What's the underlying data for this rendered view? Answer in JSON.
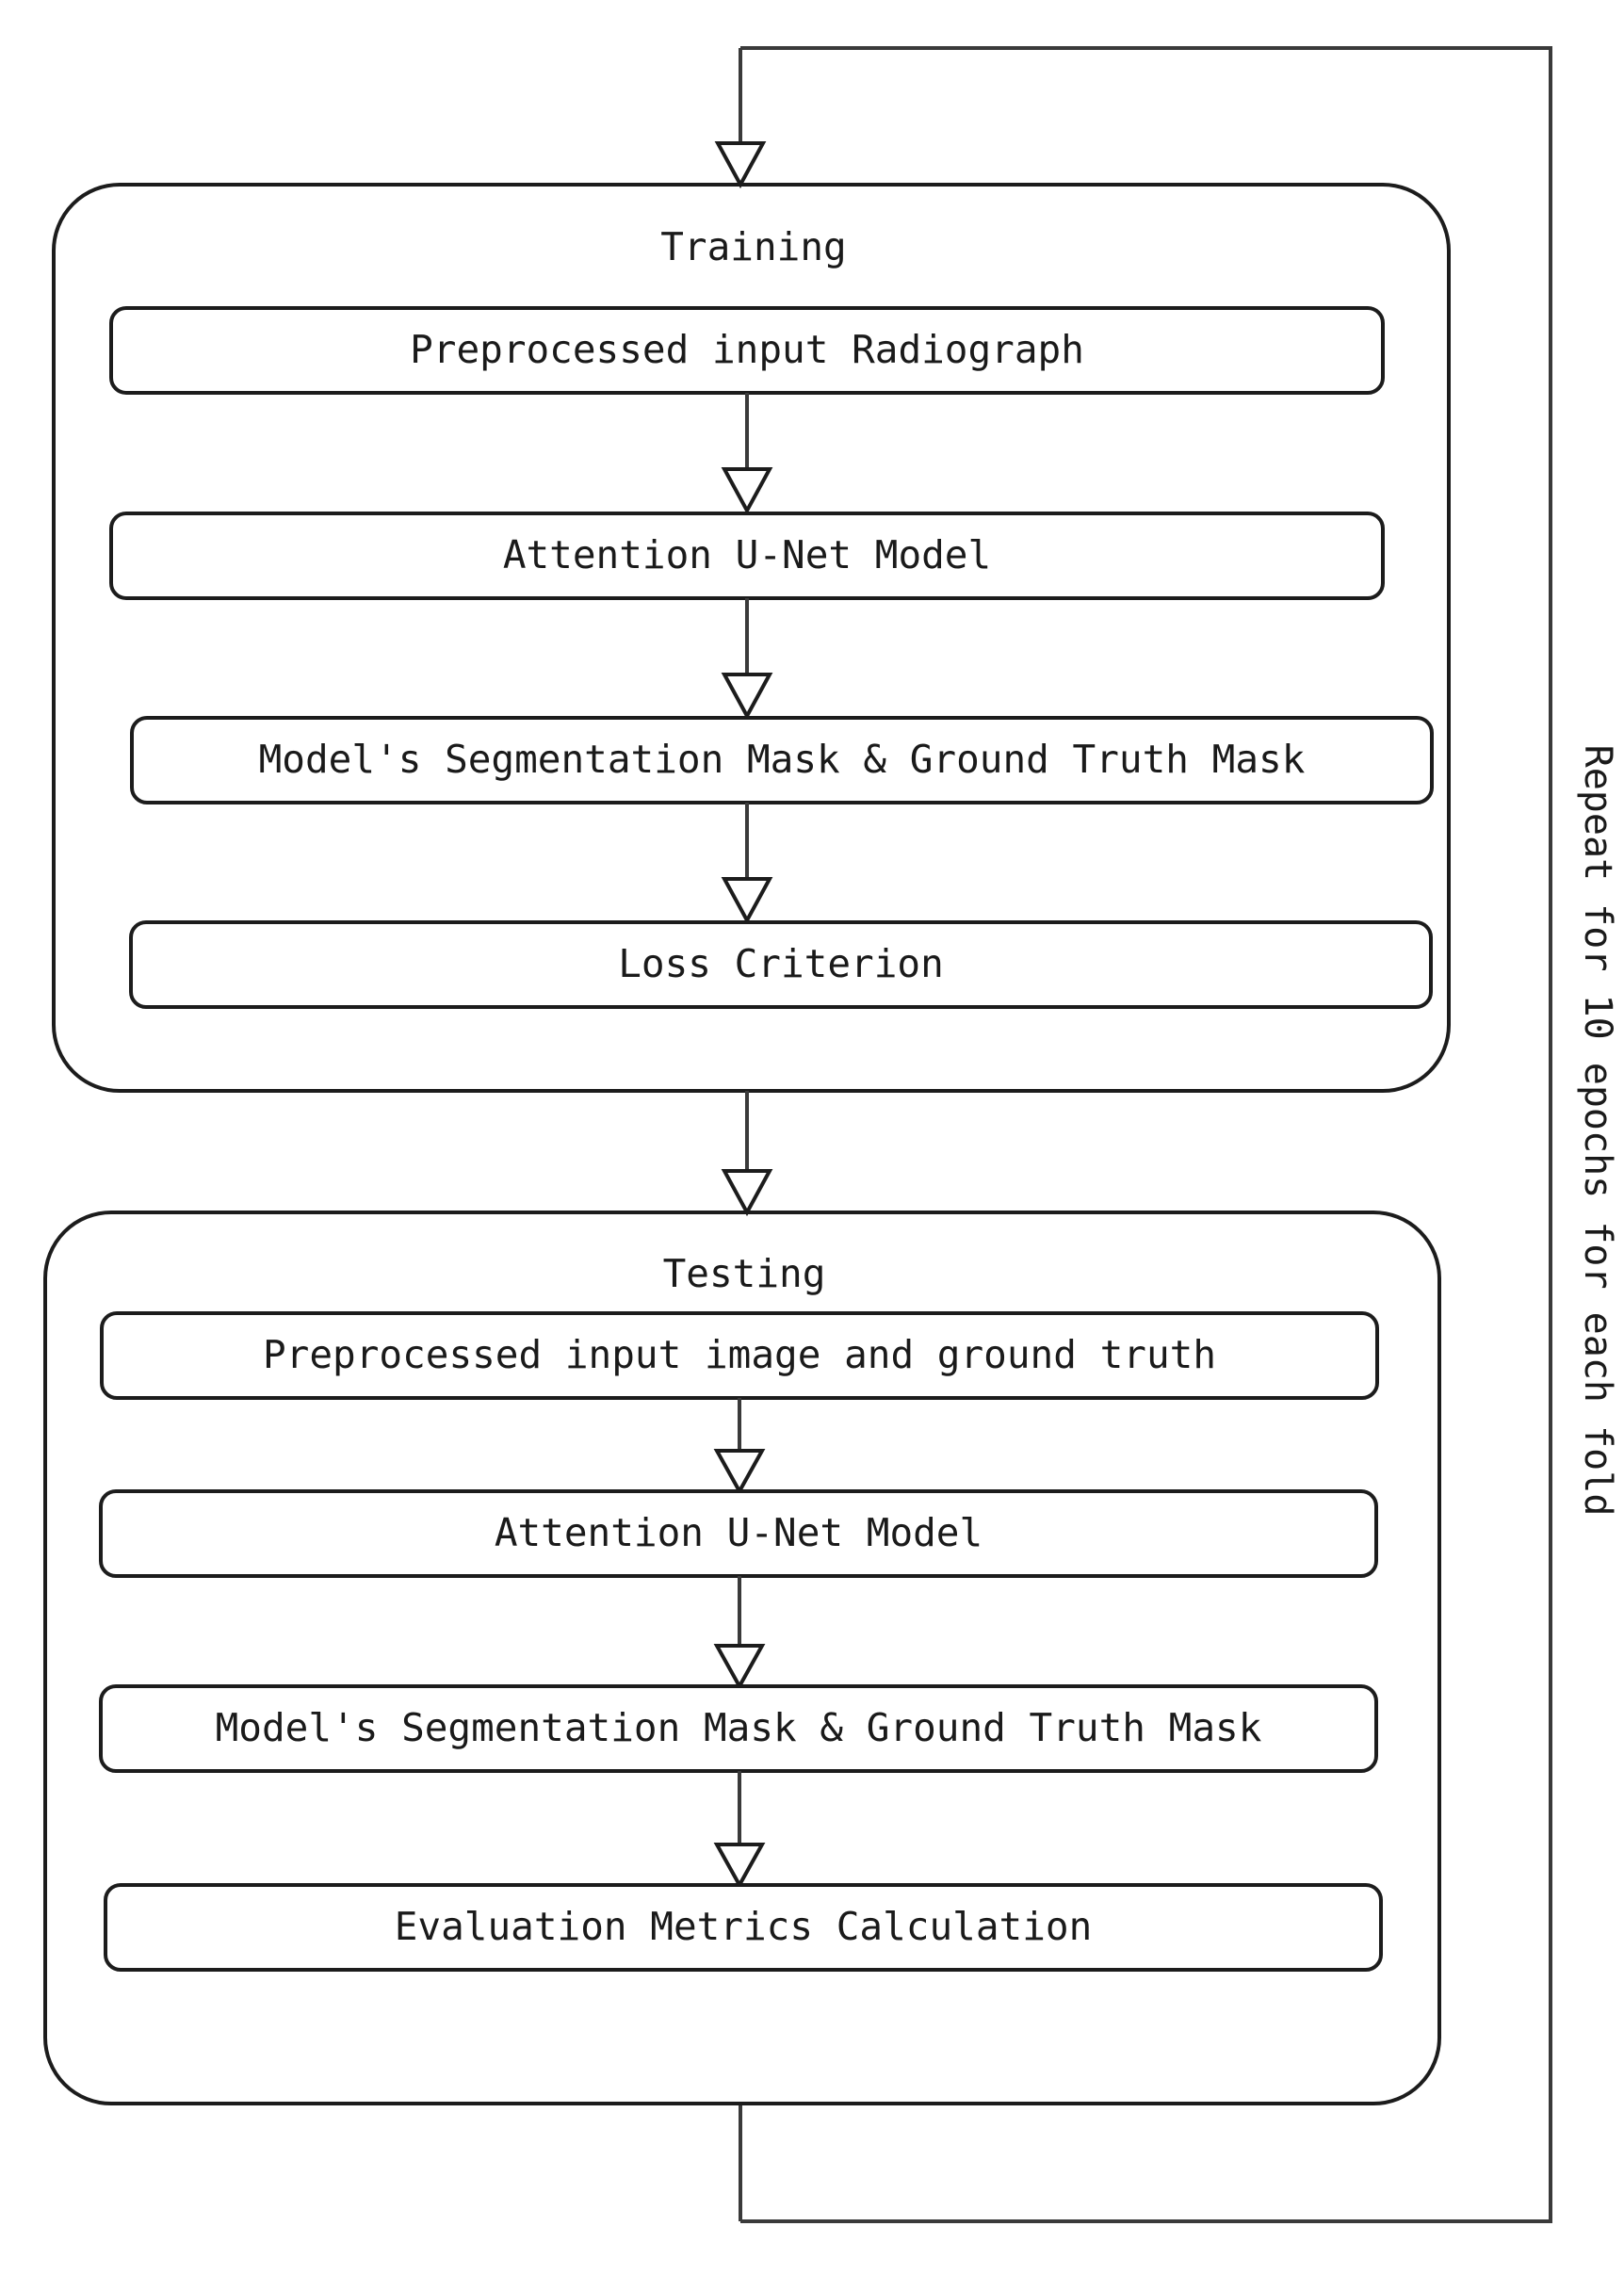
{
  "diagram": {
    "title": "Attention U-Net training and testing pipeline flowchart",
    "type": "flowchart",
    "orientation": "top-to-bottom",
    "background_color": "#ffffff",
    "line_color": "#1c1c1c",
    "text_color": "#1a1a1a",
    "groups": [
      {
        "id": "training",
        "label": "Training",
        "steps": [
          {
            "id": "train-step-1",
            "label": "Preprocessed input Radiograph"
          },
          {
            "id": "train-step-2",
            "label": "Attention U-Net Model"
          },
          {
            "id": "train-step-3",
            "label": "Model's Segmentation Mask & Ground Truth Mask"
          },
          {
            "id": "train-step-4",
            "label": "Loss Criterion"
          }
        ]
      },
      {
        "id": "testing",
        "label": "Testing",
        "steps": [
          {
            "id": "test-step-1",
            "label": "Preprocessed input image and ground truth"
          },
          {
            "id": "test-step-2",
            "label": "Attention U-Net Model"
          },
          {
            "id": "test-step-3",
            "label": "Model's Segmentation Mask & Ground Truth Mask"
          },
          {
            "id": "test-step-4",
            "label": "Evaluation Metrics Calculation"
          }
        ]
      }
    ],
    "feedback_loop": {
      "label": "Repeat for 10 epochs for each fold",
      "label_orientation": "vertical-top-to-bottom",
      "epochs": 10
    },
    "arrows": [
      {
        "from": "feedback-loop",
        "to": "training"
      },
      {
        "from": "train-step-1",
        "to": "train-step-2"
      },
      {
        "from": "train-step-2",
        "to": "train-step-3"
      },
      {
        "from": "train-step-3",
        "to": "train-step-4"
      },
      {
        "from": "training",
        "to": "testing"
      },
      {
        "from": "test-step-1",
        "to": "test-step-2"
      },
      {
        "from": "test-step-2",
        "to": "test-step-3"
      },
      {
        "from": "test-step-3",
        "to": "test-step-4"
      }
    ]
  }
}
